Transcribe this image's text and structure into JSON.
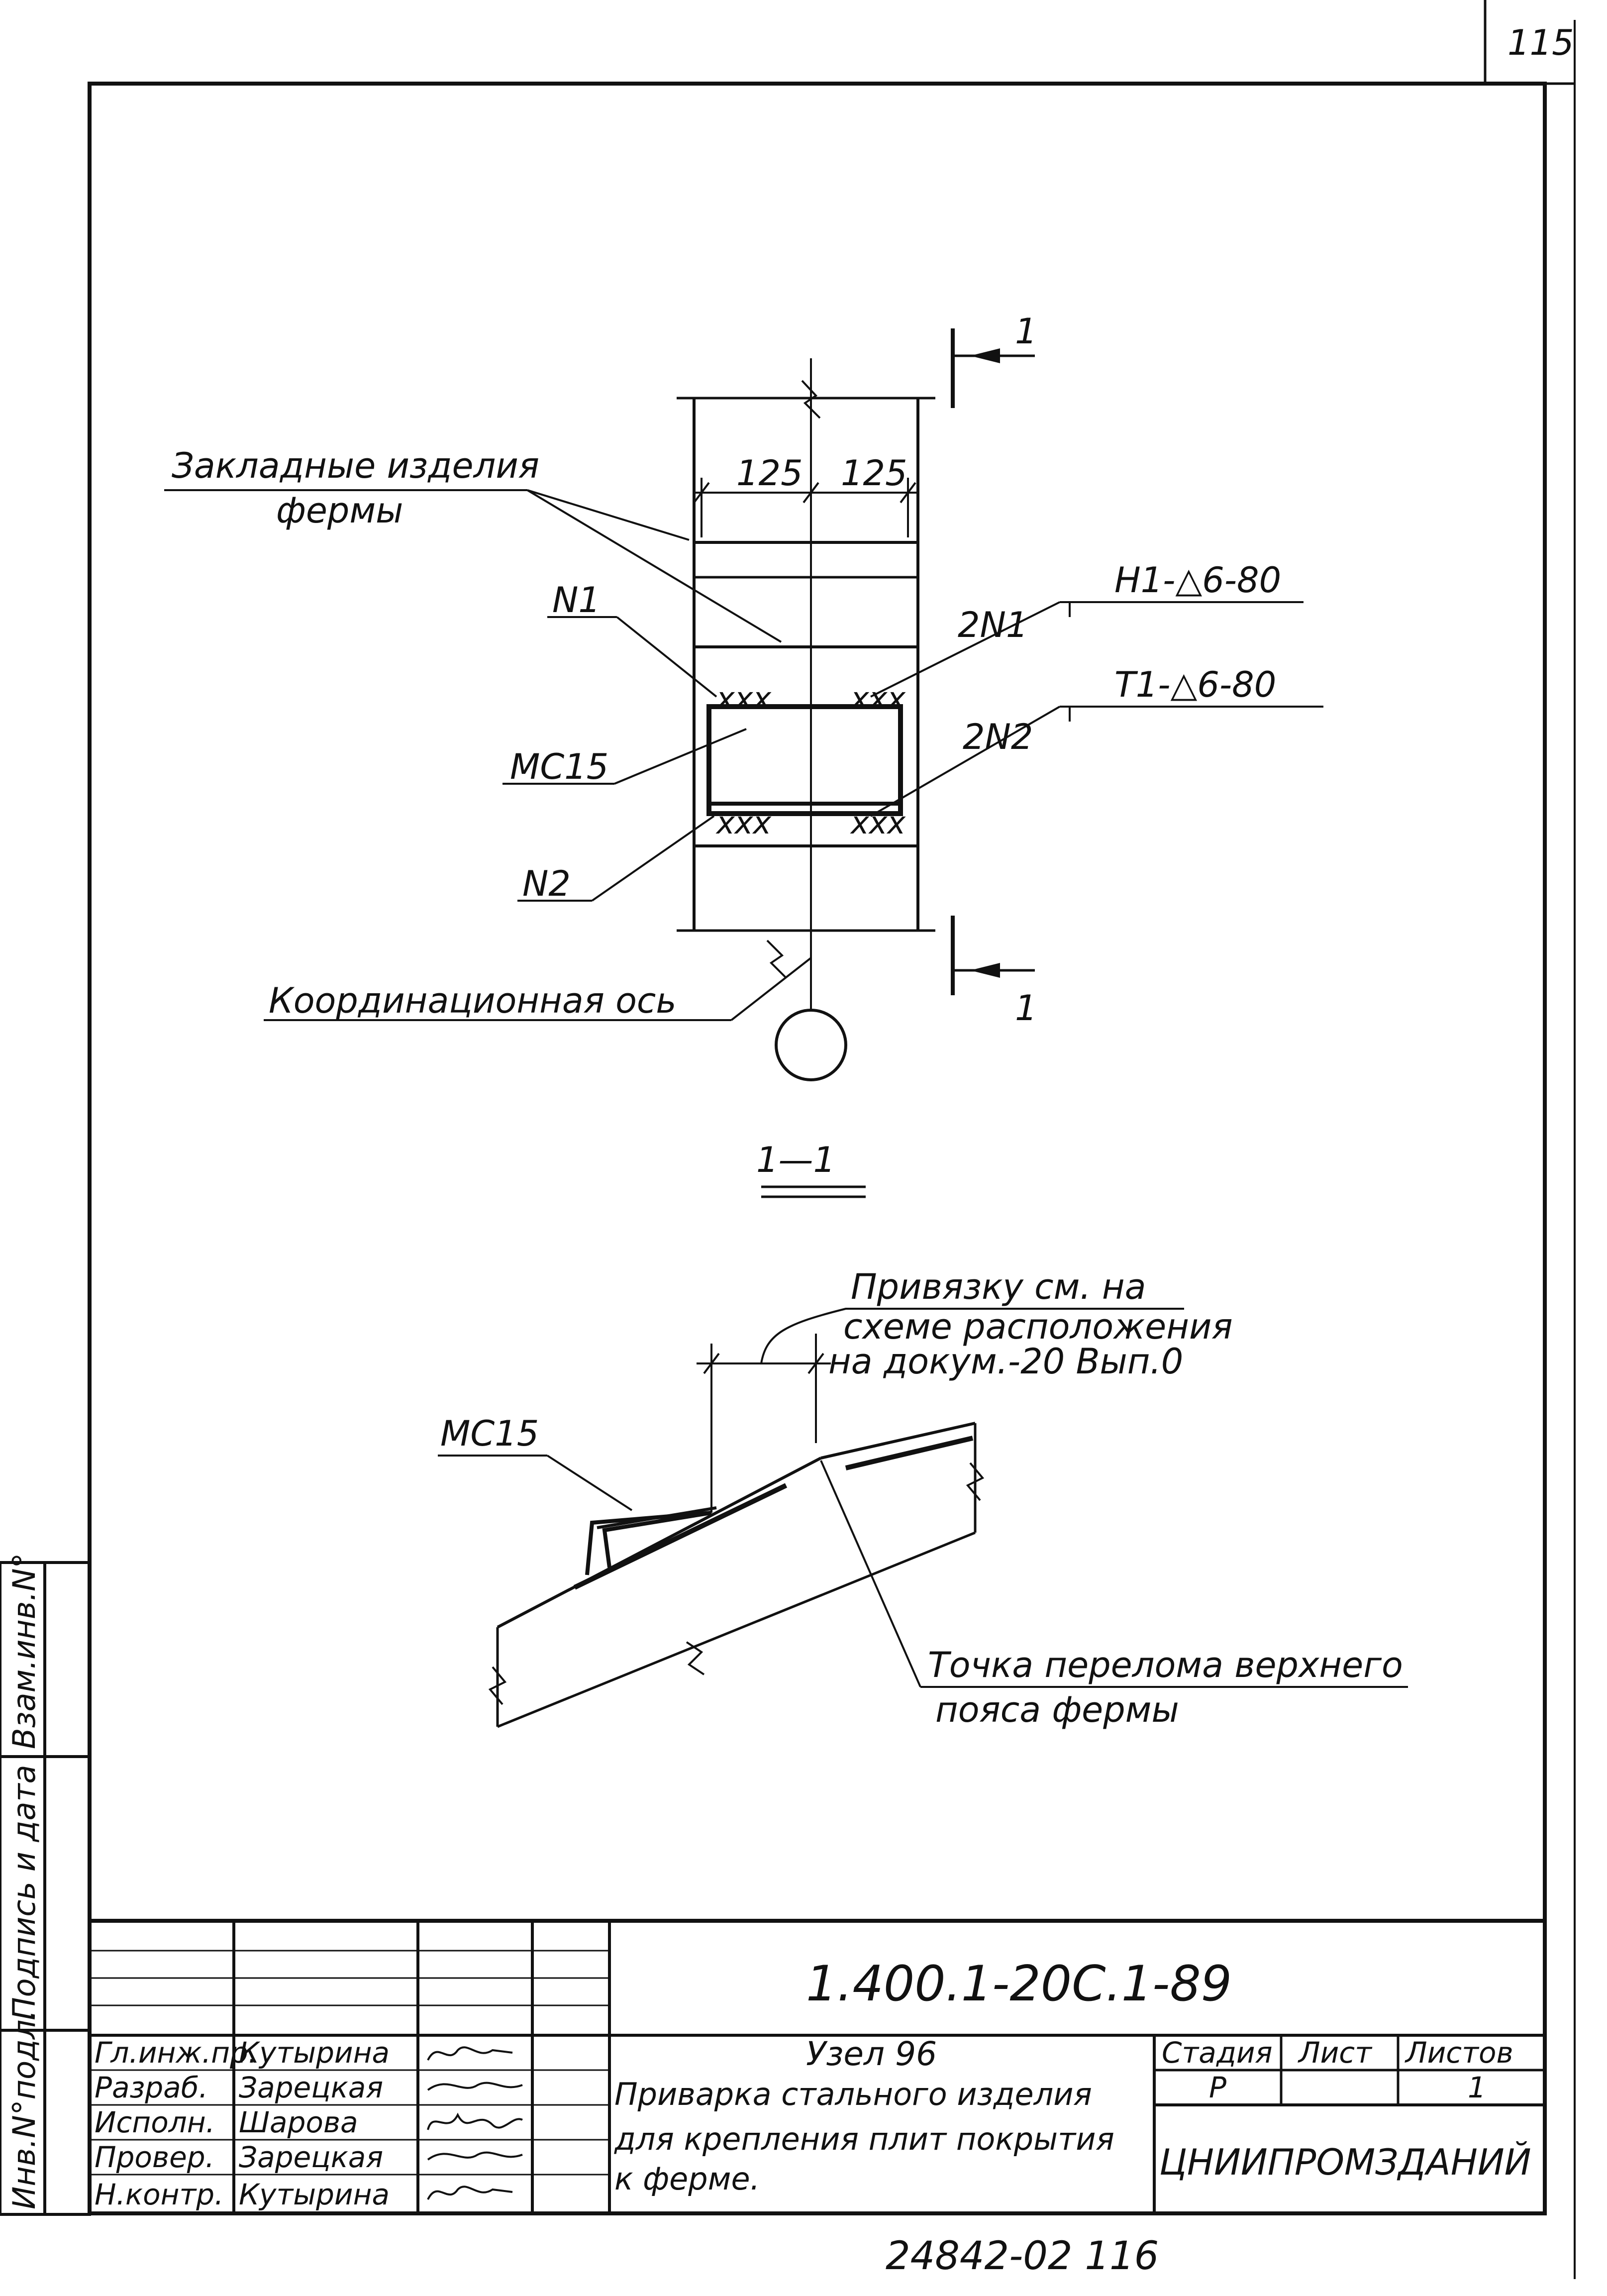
{
  "sheet": {
    "corner_number": "115",
    "bottom_number": "24842-02  116"
  },
  "plan": {
    "embed_label_1": "Закладные изделия",
    "embed_label_2": "фермы",
    "dim_left": "125",
    "dim_right": "125",
    "n1": "N1",
    "n2": "N2",
    "mc15": "МС15",
    "two_n1": "2N1",
    "two_n2": "2N2",
    "weld_h1": "Н1-△6-80",
    "weld_t1": "Т1-△6-80",
    "axis_label": "Координационная ось",
    "cut_mark": "1",
    "weld_marks": "xxx"
  },
  "section": {
    "title": "1—1",
    "note_1": "Привязку см. на",
    "note_2": "схеме расположения",
    "note_3": "на докум.-20  Вып.0",
    "mc15": "МС15",
    "break_1": "Точка перелома верхнего",
    "break_2": "пояса фермы"
  },
  "margin_stamp": {
    "inv_podl": "Инв.N°подл.",
    "signature_date": "Подпись и дата",
    "vzam": "Взам.инв.N°"
  },
  "title_block": {
    "document_code": "1.400.1-20С.1-89",
    "node_title": "Узел 96",
    "description_1": "Приварка стального изделия",
    "description_2": "для крепления плит покрытия",
    "description_3": "к ферме.",
    "stage_header": "Стадия",
    "sheet_header": "Лист",
    "sheets_header": "Листов",
    "stage_value": "Р",
    "sheet_value": "",
    "sheets_value": "1",
    "organization": "ЦНИИПРОМЗДАНИЙ",
    "staff": [
      {
        "role": "Гл.инж.пр.",
        "name": "Кутырина"
      },
      {
        "role": "Разраб.",
        "name": "Зарецкая"
      },
      {
        "role": "Исполн.",
        "name": "Шарова"
      },
      {
        "role": "Провер.",
        "name": "Зарецкая"
      },
      {
        "role": "Н.контр.",
        "name": "Кутырина"
      }
    ]
  }
}
